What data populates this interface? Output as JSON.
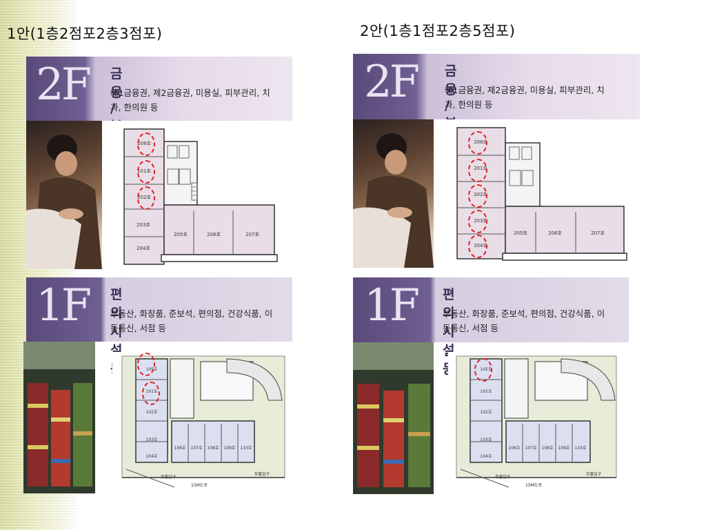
{
  "options": [
    {
      "title": "1안(1층2점포2층3점포)"
    },
    {
      "title": "2안(1층1점포2층5점포)"
    }
  ],
  "floor2": {
    "label": "2F",
    "category": "금융 / 뷰티 / 클리닉 등",
    "description": "제1금융권, 제2금융권, 미용실, 피부관리, 치과, 한의원 등",
    "rooms": [
      "208호",
      "101호",
      "202호",
      "203호",
      "204호",
      "205호",
      "206호",
      "207호"
    ],
    "rooms_b": [
      "208호",
      "201호",
      "202호",
      "203호",
      "204호",
      "205호",
      "206호",
      "207호"
    ]
  },
  "floor1": {
    "label": "1F",
    "category": "편의시설 등",
    "description": "부동산, 화장품, 준보석, 편의점, 건강식품, 이동통신, 서점 등",
    "rooms": [
      "105호",
      "101호",
      "102호",
      "103호",
      "104호",
      "106호",
      "107호",
      "108호",
      "109호",
      "110호"
    ],
    "road": "15M도로",
    "entrance1": "주출입구",
    "entrance2": "부출입구"
  },
  "colors": {
    "banner_dark": "#5a4a7a",
    "marker": "#e02020",
    "room2f": "#e9dde8",
    "room1f": "#dcdff0"
  }
}
